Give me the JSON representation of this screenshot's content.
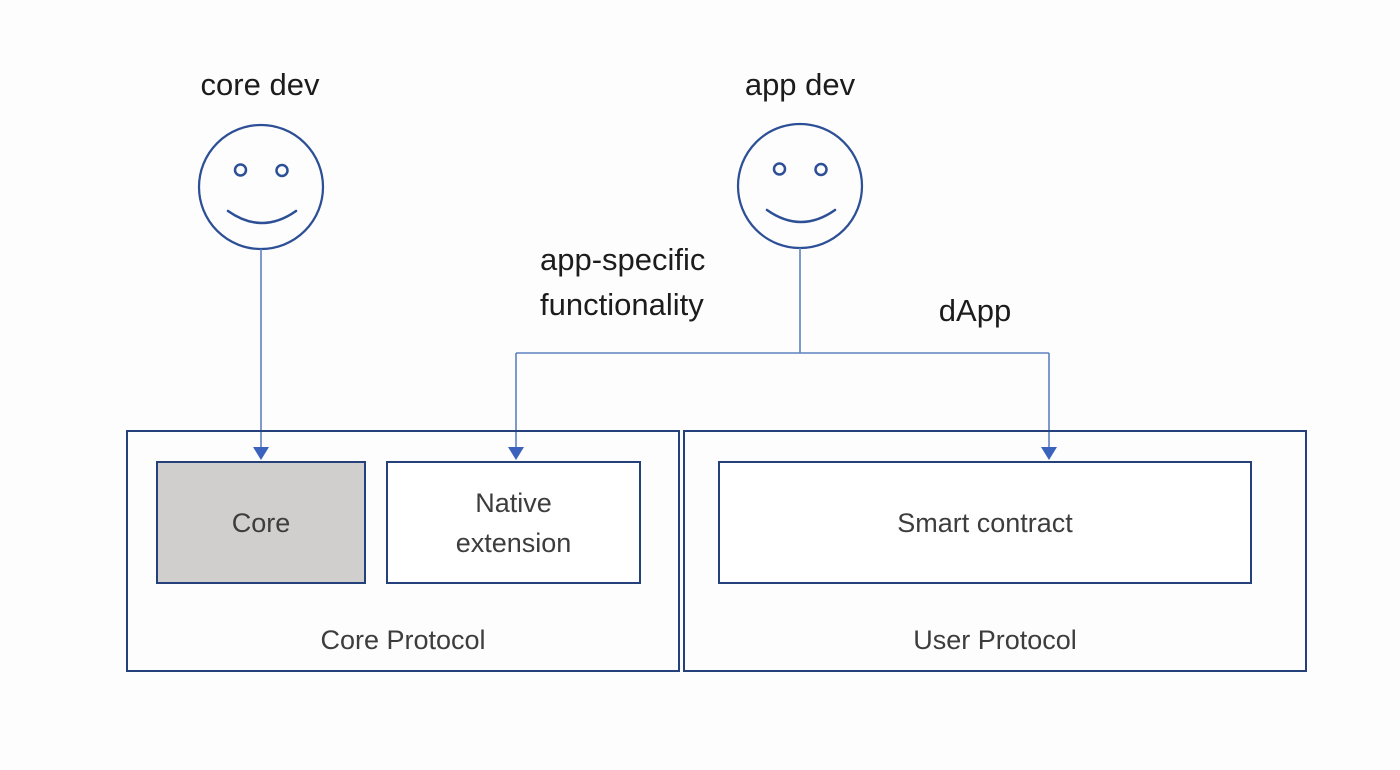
{
  "colors": {
    "background": "#fdfdfd",
    "border_navy": "#24417b",
    "face_blue": "#2c4f96",
    "connector_blue": "#5f82c1",
    "arrow_blue": "#3b63bd",
    "core_fill_gray": "#d1cfce",
    "text_black": "#1c1c1c",
    "text_gray": "#3d3d3d"
  },
  "actors": {
    "core_dev": {
      "label": "core dev"
    },
    "app_dev": {
      "label": "app dev"
    }
  },
  "annotations": {
    "app_specific": {
      "line1": "app-specific",
      "line2": "functionality"
    },
    "dapp": {
      "label": "dApp"
    }
  },
  "protocols": {
    "core": {
      "label": "Core Protocol",
      "boxes": {
        "core": {
          "label": "Core"
        },
        "native_extension": {
          "line1": "Native",
          "line2": "extension"
        }
      }
    },
    "user": {
      "label": "User Protocol",
      "boxes": {
        "smart_contract": {
          "label": "Smart contract"
        }
      }
    }
  }
}
